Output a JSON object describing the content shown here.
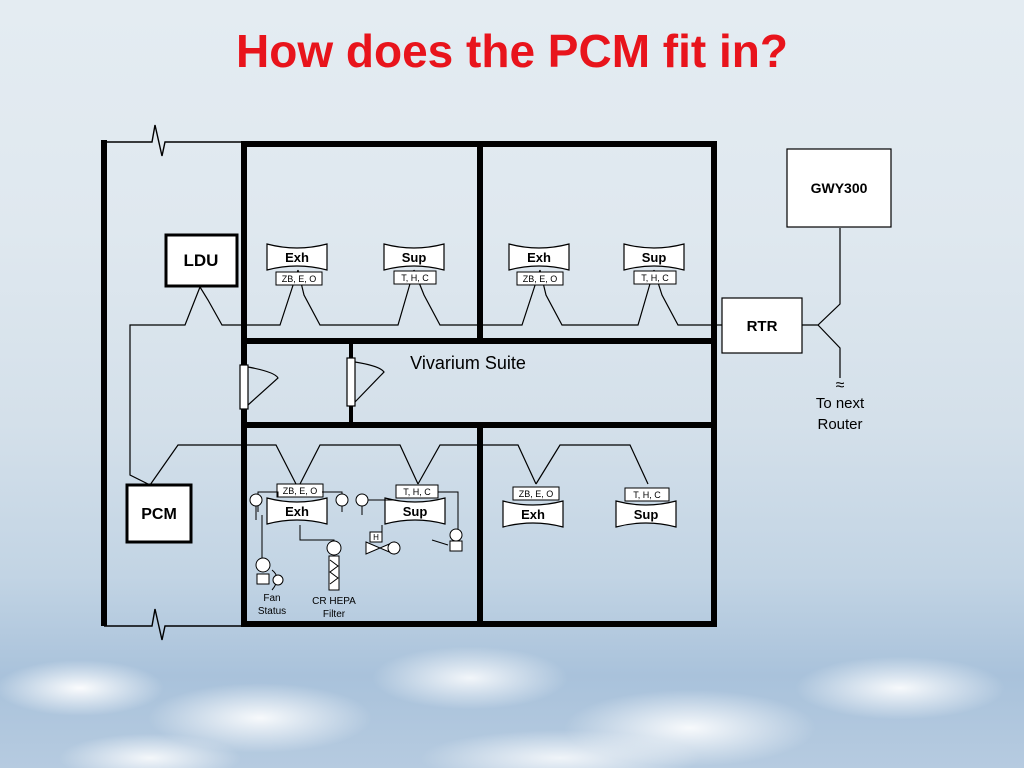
{
  "title": "How does the PCM fit in?",
  "colors": {
    "title": "#e8141c",
    "line": "#000000"
  },
  "devices": {
    "ldu": "LDU",
    "pcm": "PCM",
    "gwy": "GWY300",
    "rtr": "RTR"
  },
  "router_note": [
    "To next",
    "Router"
  ],
  "suite_label": "Vivarium Suite",
  "rooms": {
    "top_left": {
      "exh": "Exh",
      "exh_tag": "ZB, E, O",
      "sup": "Sup",
      "sup_tag": "T, H, C"
    },
    "top_right": {
      "exh": "Exh",
      "exh_tag": "ZB, E, O",
      "sup": "Sup",
      "sup_tag": "T, H, C"
    },
    "bottom_left": {
      "exh": "Exh",
      "exh_tag": "ZB, E, O",
      "sup": "Sup",
      "sup_tag": "T, H, C",
      "sensor_h": "H"
    },
    "bottom_right": {
      "exh": "Exh",
      "exh_tag": "ZB, E, O",
      "sup": "Sup",
      "sup_tag": "T, H, C"
    }
  },
  "notes": {
    "fan_status": [
      "Fan",
      "Status"
    ],
    "hepa": [
      "CR HEPA",
      "Filter"
    ]
  }
}
